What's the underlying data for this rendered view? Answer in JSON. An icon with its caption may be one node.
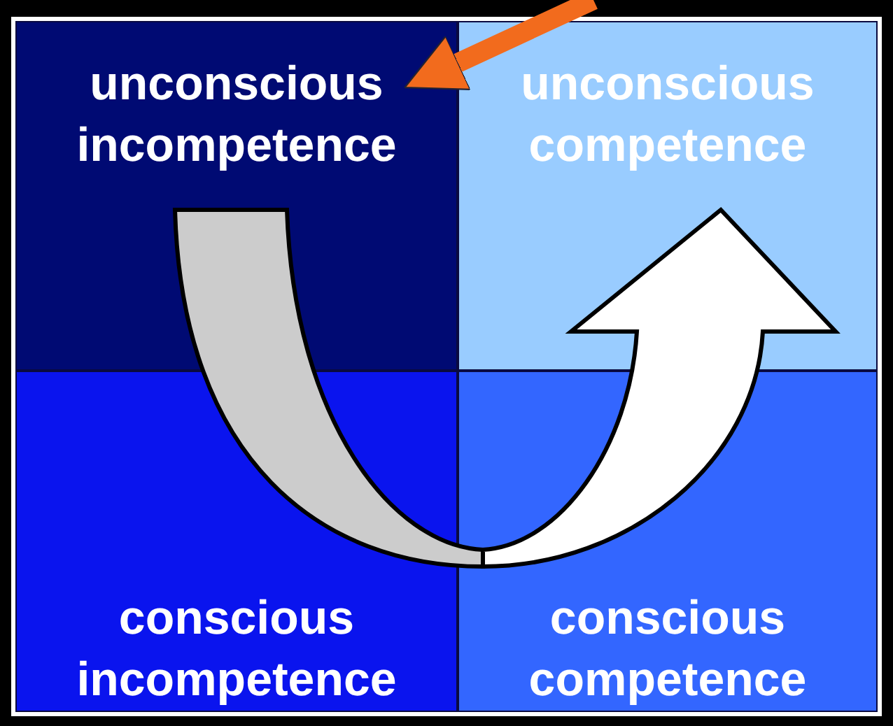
{
  "diagram": {
    "nodes": [
      {
        "text": [
          "unconscious incompetence"
        ]
      },
      {
        "text": [
          "unconscious competence"
        ]
      },
      {
        "text": [
          "conscious incompetence"
        ]
      },
      {
        "text": [
          "conscious competence"
        ]
      }
    ],
    "edges": [
      {
        "from": 0,
        "to": 1,
        "arrow": "to"
      },
      {
        "from": null,
        "to": 0,
        "arrow": "to",
        "color": "#f26b1d"
      }
    ]
  }
}
